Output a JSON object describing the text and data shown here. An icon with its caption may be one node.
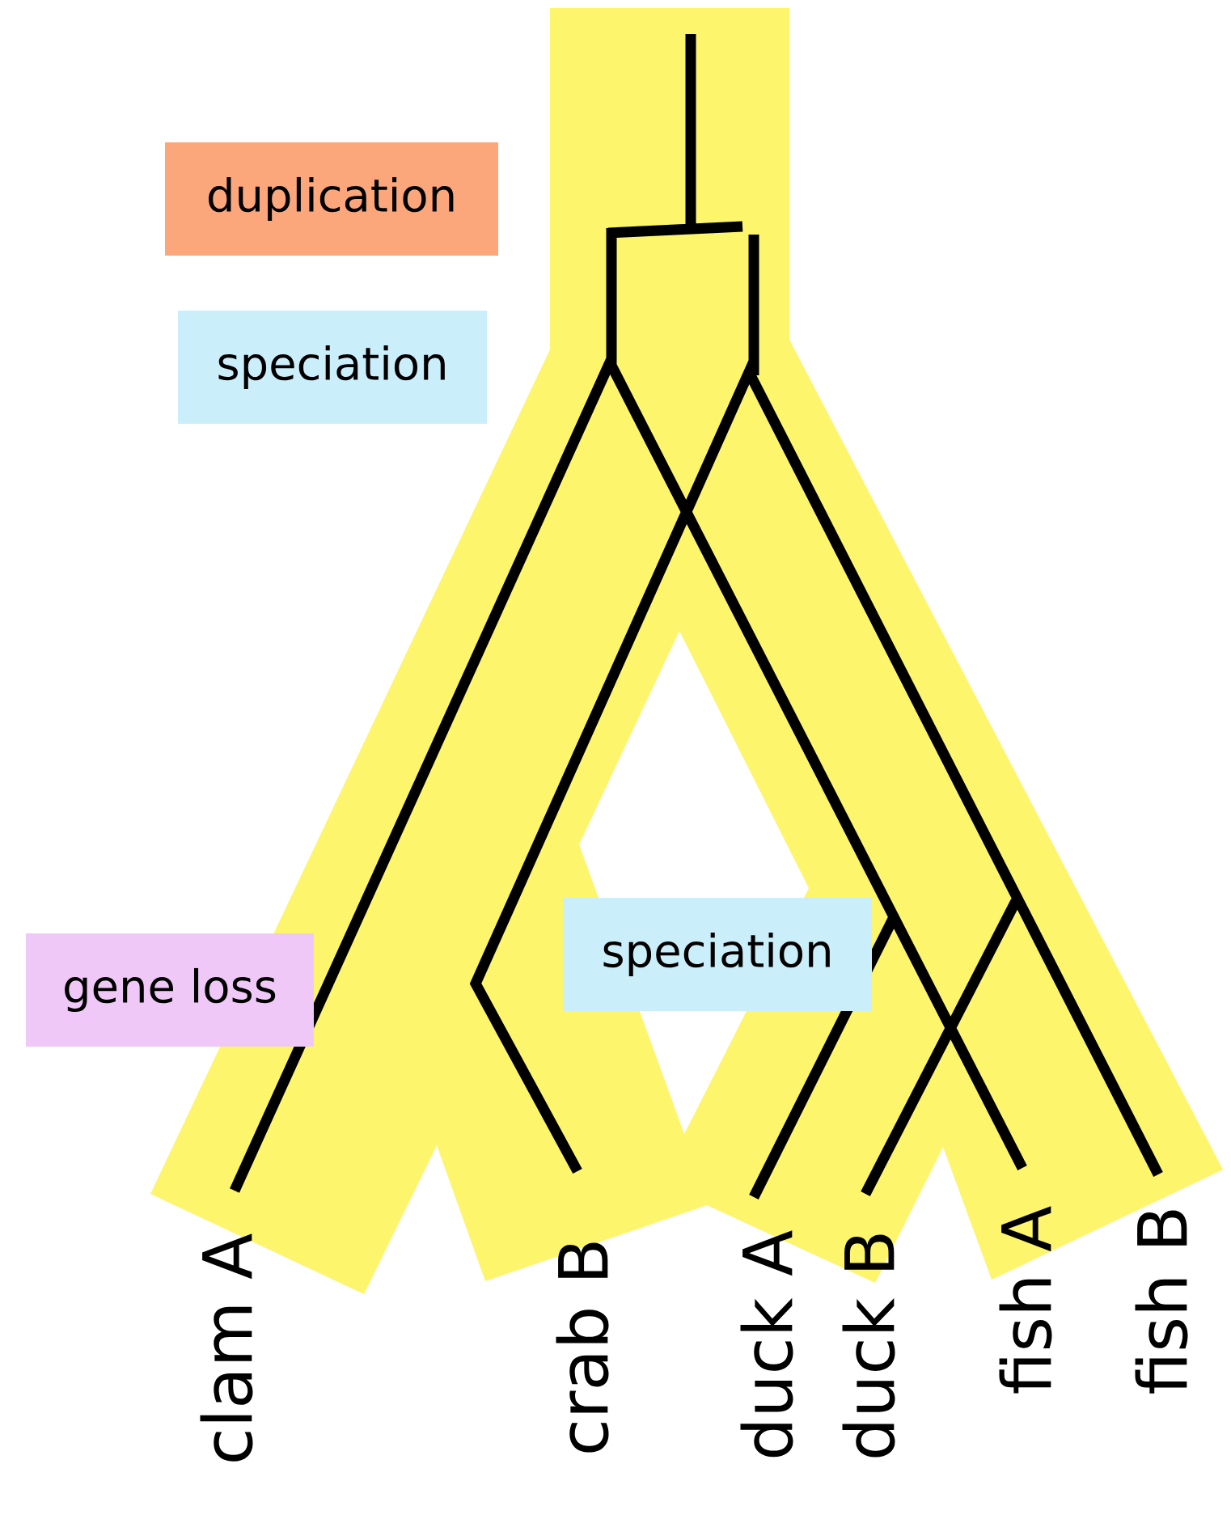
{
  "diagram": {
    "nodes": [
      {
        "text": [
          "duplication"
        ]
      },
      {
        "text": [
          "speciation"
        ]
      },
      {
        "text": [
          "gene loss"
        ]
      },
      {
        "text": [
          "speciation"
        ]
      }
    ],
    "labels": [
      "clam A",
      "crab B",
      "duck A",
      "duck B",
      "fish A",
      "fish B"
    ]
  }
}
